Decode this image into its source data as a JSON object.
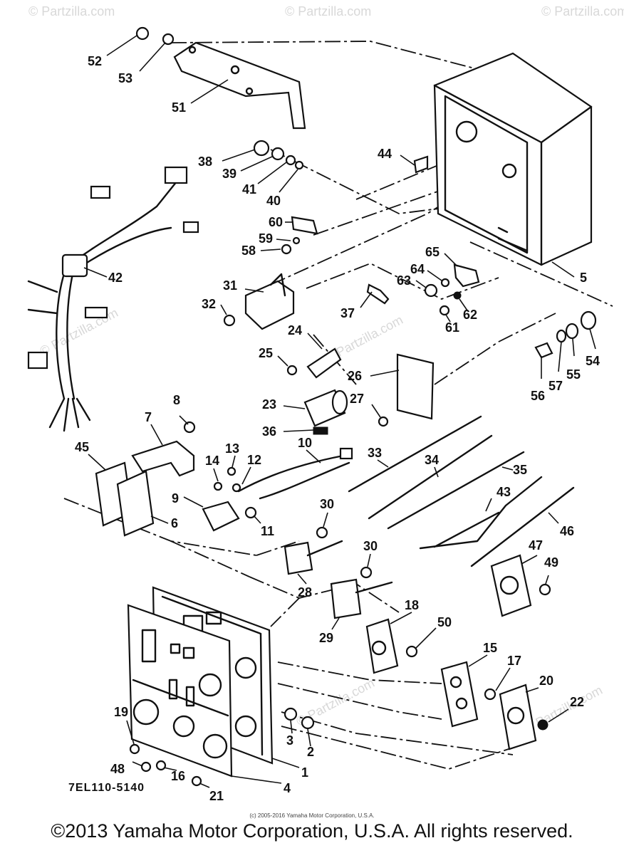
{
  "watermark": "© Partzilla.com",
  "diagram_code": "7EL110-5140",
  "copyright_small": "(c) 2005-2016 Yamaha Motor Corporation, U.S.A.",
  "copyright_footer": "©2013 Yamaha Motor Corporation, U.S.A. All rights reserved.",
  "callouts": {
    "c1": "1",
    "c2": "2",
    "c3": "3",
    "c4": "4",
    "c5": "5",
    "c6": "6",
    "c7": "7",
    "c8": "8",
    "c9": "9",
    "c10": "10",
    "c11": "11",
    "c12": "12",
    "c13": "13",
    "c14": "14",
    "c15": "15",
    "c16": "16",
    "c17": "17",
    "c18": "18",
    "c19": "19",
    "c20": "20",
    "c21": "21",
    "c22": "22",
    "c23": "23",
    "c24": "24",
    "c25": "25",
    "c26": "26",
    "c27": "27",
    "c28": "28",
    "c29": "29",
    "c30a": "30",
    "c30b": "30",
    "c31": "31",
    "c32": "32",
    "c33": "33",
    "c34": "34",
    "c35": "35",
    "c36": "36",
    "c37": "37",
    "c38": "38",
    "c39": "39",
    "c40": "40",
    "c41": "41",
    "c42": "42",
    "c43": "43",
    "c44": "44",
    "c45": "45",
    "c46": "46",
    "c47": "47",
    "c48": "48",
    "c49": "49",
    "c50": "50",
    "c51": "51",
    "c52": "52",
    "c53": "53",
    "c54": "54",
    "c55": "55",
    "c56": "56",
    "c57": "57",
    "c58": "58",
    "c59": "59",
    "c60": "60",
    "c61": "61",
    "c62": "62",
    "c63": "63",
    "c64": "64",
    "c65": "65"
  }
}
